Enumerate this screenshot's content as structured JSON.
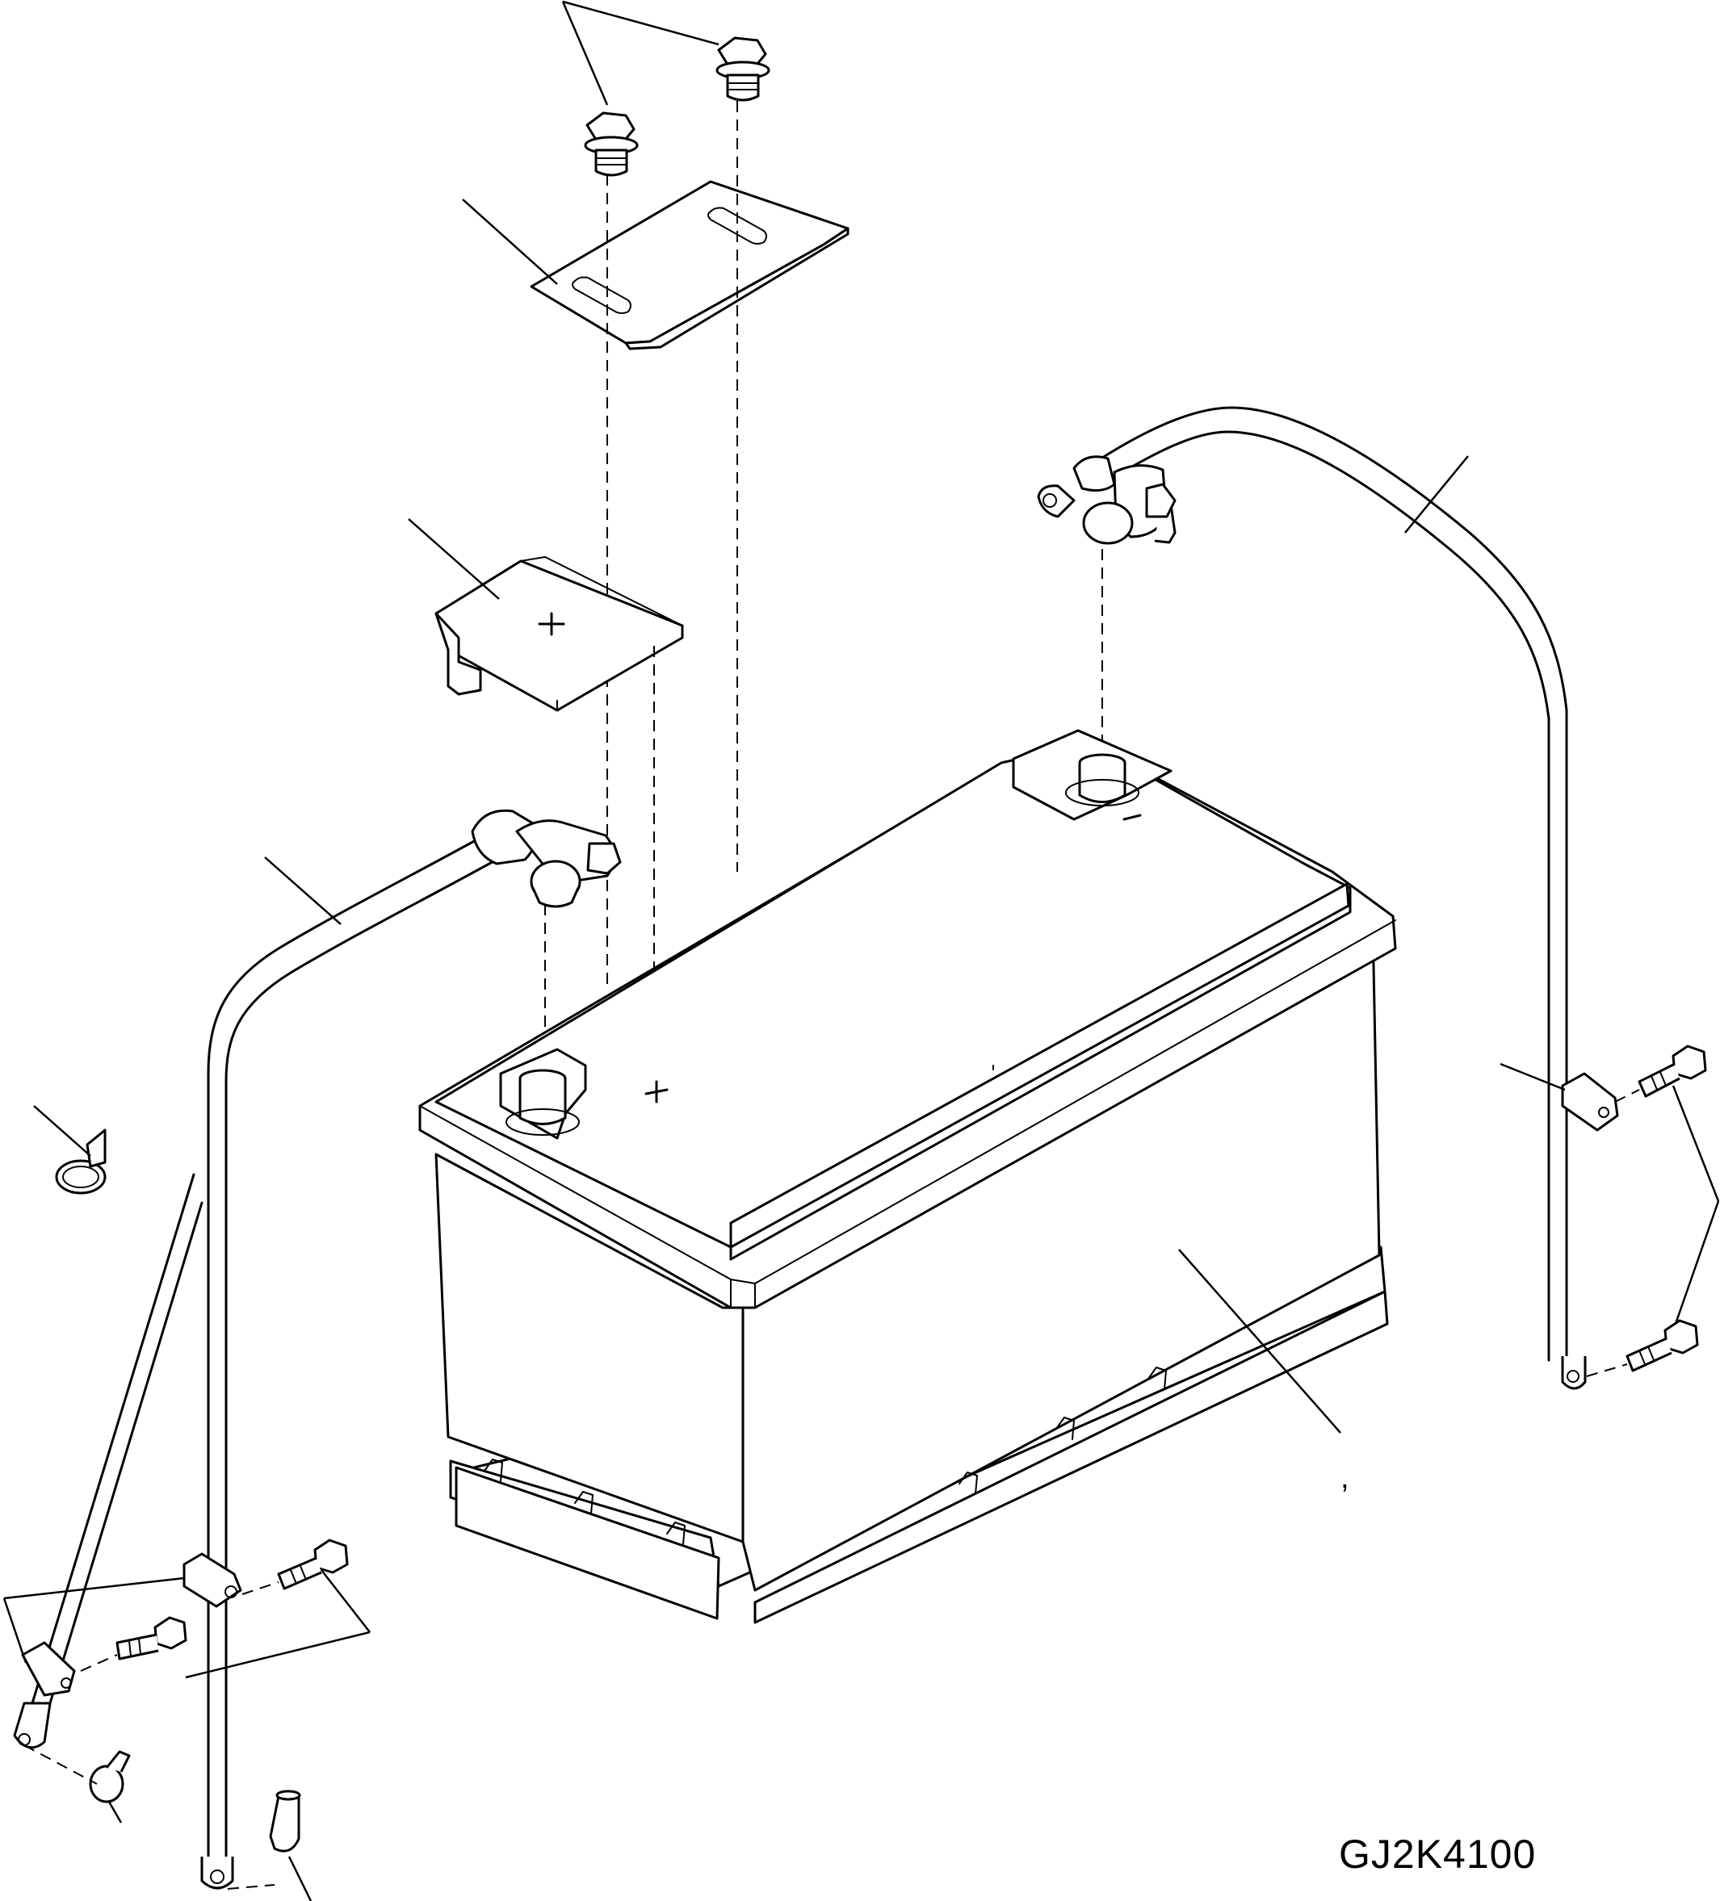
{
  "drawing": {
    "code": "GJ2K4100",
    "mark": ","
  },
  "polarity": {
    "positive": "+",
    "negative": "−"
  },
  "parts": {
    "mounting_bolts": "mounting-bolt",
    "hold_down_bracket": "hold-down-bracket",
    "terminal_cover": "terminal-cover",
    "positive_cable": "positive-cable",
    "negative_cable": "negative-cable",
    "battery": "battery",
    "cable_clamp": "cable-clamp",
    "terminal_caps": "terminal-cap"
  }
}
